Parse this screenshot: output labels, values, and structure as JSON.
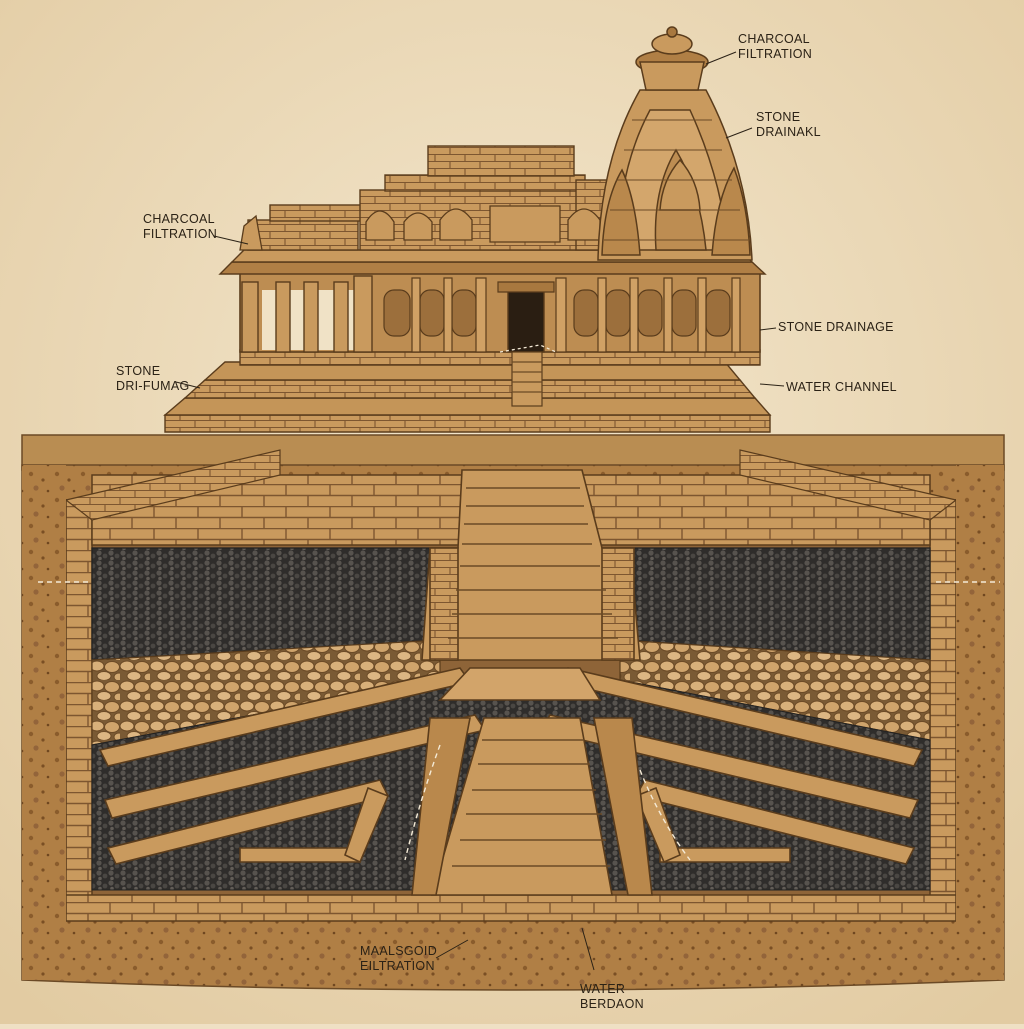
{
  "labels": {
    "charcoal_top": [
      "CHARCOAL",
      "FILTRATION"
    ],
    "stone_drainage_top": [
      "STONE",
      "DRAINAKL"
    ],
    "charcoal_left": [
      "CHARCOAL",
      "FILTRATION"
    ],
    "stone_drainage_right": "STONE DRAINAGE",
    "stone_left": [
      "STONE",
      "DRI-FUMAG"
    ],
    "water_channel": "WATER CHANNEL",
    "bottom_filtration": [
      "MAALSGOID",
      "EILTRATION"
    ],
    "water_bottom": [
      "WATER",
      "BERDAON"
    ]
  },
  "colors": {
    "paper": "#efe0c4",
    "stone": "#c99a5e",
    "stone_dark": "#8a6236",
    "soil": "#a8773f",
    "charcoal": "#3f3d3a",
    "ink": "#2b2216"
  }
}
